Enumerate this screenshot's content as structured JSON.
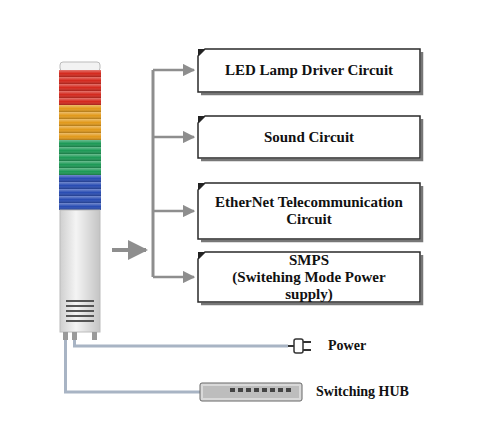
{
  "diagram": {
    "nodes": [
      {
        "text": [
          "LED Lamp Driver Circuit"
        ]
      },
      {
        "text": [
          "Sound Circuit"
        ]
      },
      {
        "text": [
          "EtherNet Telecommunication Circuit"
        ]
      },
      {
        "text": [
          "SMPS",
          "(Switehing Mode Power supply)"
        ]
      }
    ],
    "labels": [
      "Power",
      "Switching HUB"
    ]
  }
}
